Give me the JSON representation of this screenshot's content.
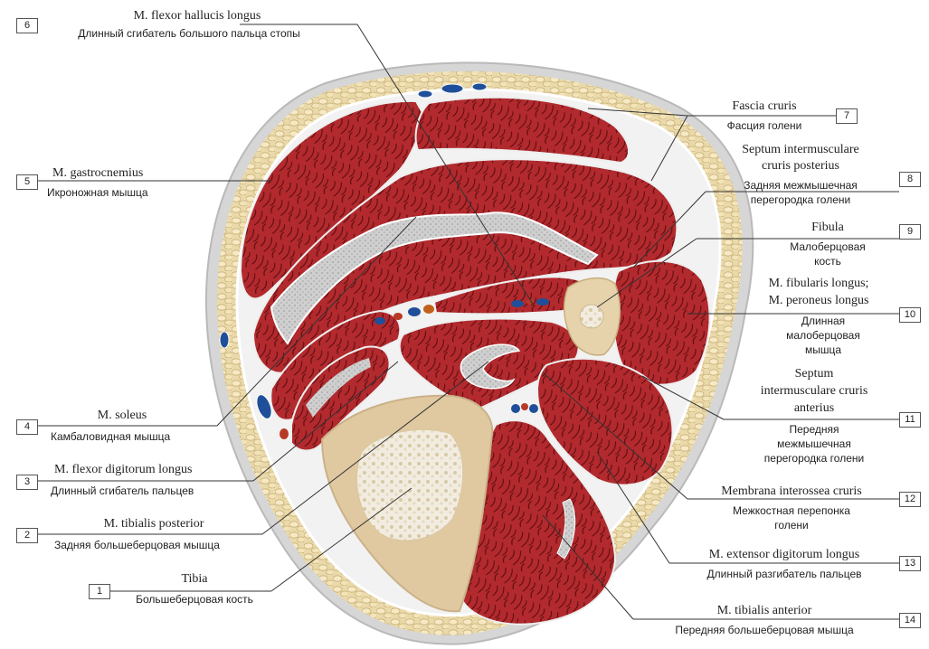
{
  "labels": [
    {
      "num": "6",
      "latin": "M. flexor hallucis longus",
      "russian": "Длинный сгибатель большого пальца стопы"
    },
    {
      "num": "5",
      "latin": "M. gastrocnemius",
      "russian": "Икроножная мышца"
    },
    {
      "num": "4",
      "latin": "M. soleus",
      "russian": "Камбаловидная мышца"
    },
    {
      "num": "3",
      "latin": "M. flexor digitorum longus",
      "russian": "Длинный сгибатель пальцев"
    },
    {
      "num": "2",
      "latin": "M. tibialis posterior",
      "russian": "Задняя большеберцовая мышца"
    },
    {
      "num": "1",
      "latin": "Tibia",
      "russian": "Большеберцовая кость"
    },
    {
      "num": "7",
      "latin": "Fascia cruris",
      "russian": "Фасция голени"
    },
    {
      "num": "8",
      "latin": [
        "Septum intermusculare",
        "cruris posterius"
      ],
      "russian": [
        "Задняя межмышечная",
        "перегородка голени"
      ]
    },
    {
      "num": "9",
      "latin": "Fibula",
      "russian": [
        "Малоберцовая",
        "кость"
      ]
    },
    {
      "num": "10",
      "latin": [
        "M. fibularis longus;",
        "M. peroneus longus"
      ],
      "russian": [
        "Длинная",
        "малоберцовая",
        "мышца"
      ]
    },
    {
      "num": "11",
      "latin": [
        "Septum",
        "intermusculare cruris",
        "anterius"
      ],
      "russian": [
        "Передняя",
        "межмышечная",
        "перегородка голени"
      ]
    },
    {
      "num": "12",
      "latin": "Membrana interossea cruris",
      "russian": [
        "Межкостная перепонка",
        "голени"
      ]
    },
    {
      "num": "13",
      "latin": "M. extensor digitorum longus",
      "russian": "Длинный разгибатель пальцев"
    },
    {
      "num": "14",
      "latin": "M. tibialis anterior",
      "russian": "Передняя большеберцовая мышца"
    }
  ],
  "colors": {
    "muscle": "#b0262b",
    "muscle_dark": "#7a1418",
    "fat": "#e8d6a6",
    "skin": "#cfcfcf",
    "bone": "#e2cfa6",
    "fascia": "#f4f4f4",
    "vessel_blue": "#1f4f9a",
    "vessel_red": "#b73a26"
  }
}
